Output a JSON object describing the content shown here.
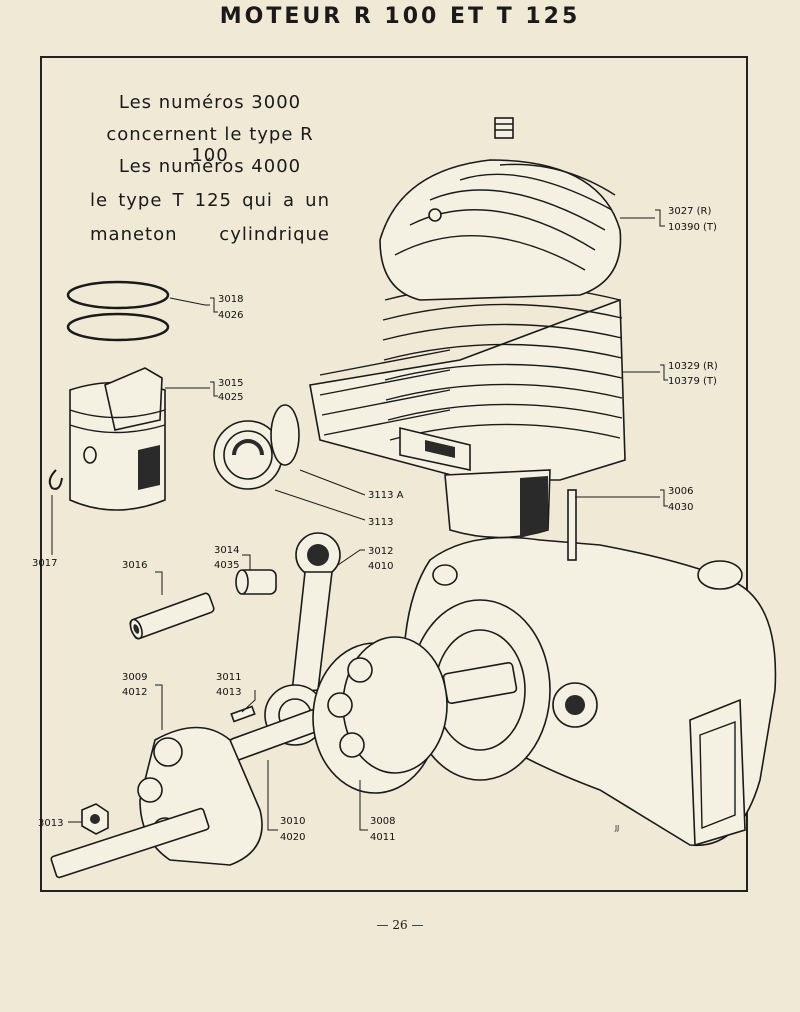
{
  "page": {
    "title": "MOTEUR R 100 ET T 125",
    "page_number": "— 26 —",
    "artist_signature": "JJ"
  },
  "note": {
    "line1": "Les numéros 3000",
    "line2": "concernent le type R 100",
    "line3": "Les numéros 4000",
    "line4": "le type T 125 qui a un",
    "line5": "maneton cylindrique"
  },
  "labels": {
    "head_a": "3027 (R)",
    "head_b": "10390 (T)",
    "rings_a": "3018",
    "rings_b": "4026",
    "piston_a": "3015",
    "piston_b": "4025",
    "cyl_a": "10329 (R)",
    "cyl_b": "10379 (T)",
    "nut_a": "3113 A",
    "nut_b": "3113",
    "stud_a": "3006",
    "stud_b": "4030",
    "circlip": "3017",
    "pin": "3016",
    "bush_a": "3014",
    "bush_b": "4035",
    "rod_a": "3012",
    "rod_b": "4010",
    "flyl_a": "3009",
    "flyl_b": "4012",
    "key_a": "3011",
    "key_b": "4013",
    "crankpin_a": "3010",
    "crankpin_b": "4020",
    "flyr_a": "3008",
    "flyr_b": "4011",
    "shaftnut": "3013"
  }
}
